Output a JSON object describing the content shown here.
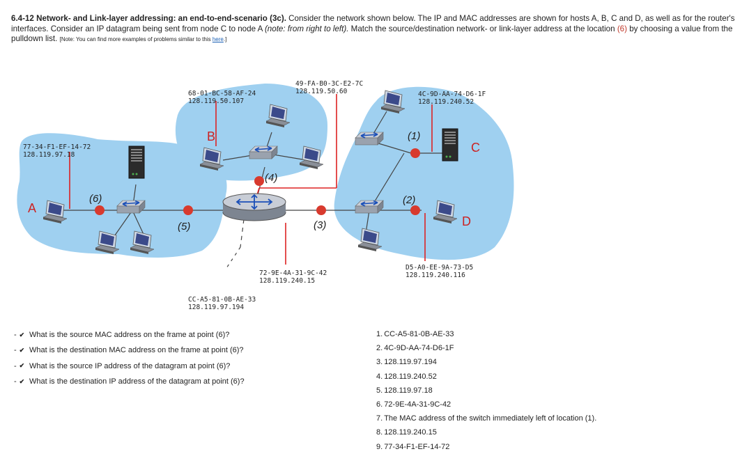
{
  "header": {
    "title": "6.4-12 Network- and Link-layer addressing: an end-to-end-scenario (3c).",
    "text1": " Consider the network shown below. The IP and MAC addresses are shown for hosts A, B, C and D, as well as for the router's interfaces. Consider an IP datagram being sent from node C to node A ",
    "italic": "(note: from right to left).",
    "text2": " Match the source/destination network- or link-layer address at the location ",
    "location": "(6)",
    "text3": " by choosing a value from the pulldown list. ",
    "note": "[Note: You can find more examples of problems similar to this ",
    "note_link": "here",
    "note_end": ".]"
  },
  "diagram": {
    "addr_a_mac": "77-34-F1-EF-14-72",
    "addr_a_ip": "128.119.97.18",
    "addr_b_mac": "68-01-BC-58-AF-24",
    "addr_b_ip": "128.119.50.107",
    "addr_r4_mac": "49-FA-B0-3C-E2-7C",
    "addr_r4_ip": "128.119.50.60",
    "addr_c_mac": "4C-9D-AA-74-D6-1F",
    "addr_c_ip": "128.119.240.52",
    "addr_r3_mac": "72-9E-4A-31-9C-42",
    "addr_r3_ip": "128.119.240.15",
    "addr_d_mac": "D5-A0-EE-9A-73-D5",
    "addr_d_ip": "128.119.240.116",
    "addr_r5_mac": "CC-A5-81-0B-AE-33",
    "addr_r5_ip": "128.119.97.194",
    "host_a": "A",
    "host_b": "B",
    "host_c": "C",
    "host_d": "D",
    "loc1": "(1)",
    "loc2": "(2)",
    "loc3": "(3)",
    "loc4": "(4)",
    "loc5": "(5)",
    "loc6": "(6)"
  },
  "questions": [
    {
      "selected": "-",
      "text": "What is the source MAC address on the frame at point (6)?"
    },
    {
      "selected": "-",
      "text": "What is the destination MAC address on the frame at point (6)?"
    },
    {
      "selected": "-",
      "text": "What is the source IP address of the datagram at point (6)?"
    },
    {
      "selected": "-",
      "text": "What is the destination IP address of the datagram at point (6)?"
    }
  ],
  "answers": [
    {
      "num": "1.",
      "text": "CC-A5-81-0B-AE-33"
    },
    {
      "num": "2.",
      "text": "4C-9D-AA-74-D6-1F"
    },
    {
      "num": "3.",
      "text": "128.119.97.194"
    },
    {
      "num": "4.",
      "text": "128.119.240.52"
    },
    {
      "num": "5.",
      "text": "128.119.97.18"
    },
    {
      "num": "6.",
      "text": "72-9E-4A-31-9C-42"
    },
    {
      "num": "7.",
      "text": "The MAC address of the switch immediately left of location (1)."
    },
    {
      "num": "8.",
      "text": "128.119.240.15"
    },
    {
      "num": "9.",
      "text": "77-34-F1-EF-14-72"
    }
  ],
  "colors": {
    "subnet_blue": "#9fd0f0",
    "interface_red": "#d83a2e",
    "link_red": "#d22"
  }
}
